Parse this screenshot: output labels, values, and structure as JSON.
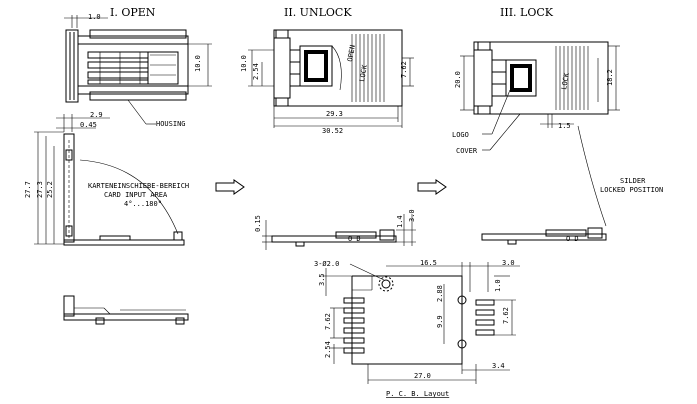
{
  "titles": {
    "open": "I. OPEN",
    "unlock": "II. UNLOCK",
    "lock": "III. LOCK",
    "pcb": "P. C. B.  Layout"
  },
  "labels": {
    "housing": "HOUSING",
    "card_input_de": "KARTENEINSCHIEBE-BEREICH",
    "card_input_en": "CARD INPUT AREA",
    "angle": "4°...180°",
    "logo": "LOGO",
    "cover": "COVER",
    "silder": "SILDER",
    "locked_position": "LOCKED POSITION",
    "hole": "3-Ø2.0",
    "open_arrow": "OPEN",
    "lock_arrow": "LOCK"
  },
  "dims": {
    "open_top_w": "1.0",
    "open_h": "10.0",
    "open_w1": "2.9",
    "open_w2": "0.45",
    "open_h1": "27.7",
    "open_h2": "27.3",
    "open_h3": "25.2",
    "unlock_h": "10.0",
    "unlock_pitch": "2.54",
    "unlock_w1": "29.3",
    "unlock_w2": "30.52",
    "unlock_h2": "7.62",
    "lock_h1": "20.0",
    "lock_h2": "18.2",
    "lock_offset": "1.5",
    "side_h": "0.15",
    "side_t1": "1.4",
    "side_t2": "3.0",
    "pcb_w1": "16.5",
    "pcb_w2": "3.0",
    "pcb_h1": "3.5",
    "pcb_h2": "2.88",
    "pcb_h3": "1.0",
    "pcb_h4": "7.62",
    "pcb_h5": "9.9",
    "pcb_h6": "7.62",
    "pcb_h7": "2.54",
    "pcb_w3": "3.4",
    "pcb_w4": "27.0"
  }
}
